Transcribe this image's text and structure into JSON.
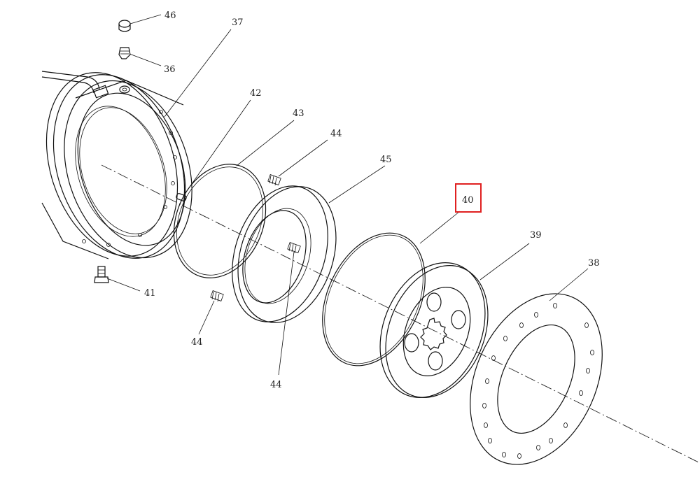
{
  "diagram": {
    "callouts": {
      "c46": "46",
      "c36": "36",
      "c37": "37",
      "c42": "42",
      "c43": "43",
      "c44a": "44",
      "c45": "45",
      "c40": "40",
      "c39": "39",
      "c38": "38",
      "c41": "41",
      "c44b": "44",
      "c44c": "44"
    },
    "highlight": {
      "callout": "40",
      "color": "#e02020"
    }
  }
}
